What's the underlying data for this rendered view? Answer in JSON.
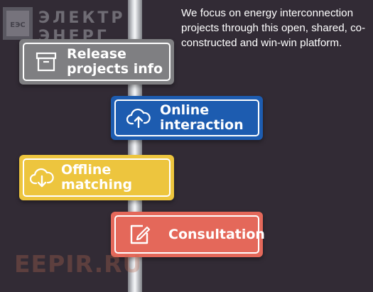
{
  "logo": {
    "text_top": "ЭЛЕКТР",
    "text_bottom": "ЭНЕРГ",
    "badge": "ЕЭС"
  },
  "intro": {
    "text": "We focus on energy interconnection projects through this open, shared, co-constructed and win-win platform."
  },
  "signs": [
    {
      "id": "release",
      "label_line1": "Release",
      "label_line2": "projects info",
      "icon": "box-icon",
      "color": "#7f7f82"
    },
    {
      "id": "online",
      "label_line1": "Online",
      "label_line2": "interaction",
      "icon": "cloud-upload-icon",
      "color": "#1d5cb0"
    },
    {
      "id": "offline",
      "label_line1": "Offline",
      "label_line2": "matching",
      "icon": "cloud-download-icon",
      "color": "#edc53e"
    },
    {
      "id": "consult",
      "label_line1": "Consultation",
      "icon": "edit-icon",
      "color": "#e4685a"
    }
  ],
  "watermark": {
    "text": "EEPIR.RU"
  }
}
